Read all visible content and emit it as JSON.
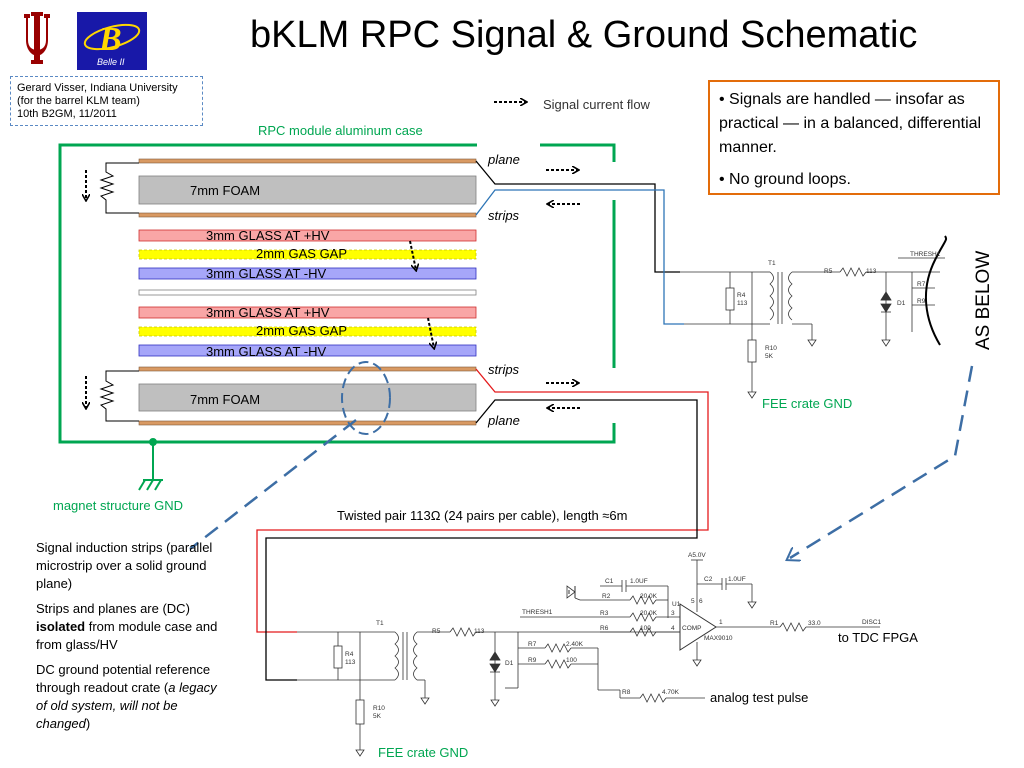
{
  "title": "bKLM RPC Signal & Ground Schematic",
  "author": {
    "line1": "Gerard Visser,  Indiana University",
    "line2": "(for the barrel KLM team)",
    "line3": "10th B2GM, 11/2011"
  },
  "logos": {
    "belle_text": "Belle II"
  },
  "legend": {
    "signal_flow": "Signal current flow"
  },
  "callout": {
    "bullet1": "• Signals are handled — insofar as practical — in a balanced, differential manner.",
    "bullet2": "• No ground loops."
  },
  "module": {
    "case_label": "RPC module aluminum case",
    "plane_top": "plane",
    "strips_top": "strips",
    "foam_top": "7mm FOAM",
    "glass1_hv_pos": "3mm GLASS AT +HV",
    "gas1": "2mm GAS GAP",
    "glass1_hv_neg": "3mm GLASS AT -HV",
    "glass2_hv_pos": "3mm GLASS AT +HV",
    "gas2": "2mm GAS GAP",
    "glass2_hv_neg": "3mm GLASS AT -HV",
    "strips_bottom": "strips",
    "foam_bottom": "7mm FOAM",
    "plane_bottom": "plane",
    "magnet_gnd": "magnet structure GND"
  },
  "upper_circuit": {
    "t1": "T1",
    "r4": "R4",
    "r4_val": "113",
    "r5": "R5",
    "r5_val": "113",
    "r10": "R10",
    "r10_val": "5K",
    "d1": "D1",
    "r7": "R7",
    "r9": "R9",
    "thresh": "THRESH1",
    "as_below": "AS BELOW",
    "fee_gnd": "FEE crate GND"
  },
  "cable": {
    "label": "Twisted pair 113Ω (24 pairs per cable), length ≈6m"
  },
  "lower_circuit": {
    "t1": "T1",
    "r4": "R4",
    "r4_val": "113",
    "r5": "R5",
    "r5_val": "113",
    "r10": "R10",
    "r10_val": "5K",
    "d1": "D1",
    "r7": "R7",
    "r7_val": "2.40K",
    "r9": "R9",
    "r9_val": "100",
    "r8": "R8",
    "r8_val": "4.70K",
    "c1": "C1",
    "c1_val": "1.0UF",
    "c2": "C2",
    "c2_val": "1.0UF",
    "r2": "R2",
    "r2_val": "20.0K",
    "r3": "R3",
    "r3_val": "20.0K",
    "r6": "R6",
    "r6_val": "100",
    "r1": "R1",
    "r1_val": "33.0",
    "u1": "U1",
    "comp": "COMP",
    "chip": "MAX9010",
    "supply": "A5.0V",
    "thresh": "THRESH1",
    "disc": "DISC1",
    "pin1": "1",
    "pin3": "3",
    "pin4": "4",
    "pin5": "5",
    "pin6": "6",
    "to_tdc": "to TDC FPGA",
    "test_pulse": "analog test pulse",
    "fee_gnd": "FEE crate GND"
  },
  "notes": {
    "p1": " Signal induction strips (parallel microstrip over a solid ground plane)",
    "p2_a": "Strips and planes are (DC) ",
    "p2_b": "isolated",
    "p2_c": " from module case and from glass/HV",
    "p3_a": "DC ground potential reference through readout crate (",
    "p3_b": "a legacy of old system, will not be changed",
    "p3_c": ")"
  },
  "colors": {
    "case_green": "#00a651",
    "glass_pink": "#f9a6a6",
    "glass_blue": "#a6a6f9",
    "gas_yellow": "#ffff00",
    "foam_gray": "#bfbfbf",
    "strip_copper": "#d99a63",
    "callout_orange": "#e36c0a",
    "dash_blue": "#3d6ea5",
    "wire_red": "#e41a1c",
    "wire_blue": "#2e75b6"
  }
}
